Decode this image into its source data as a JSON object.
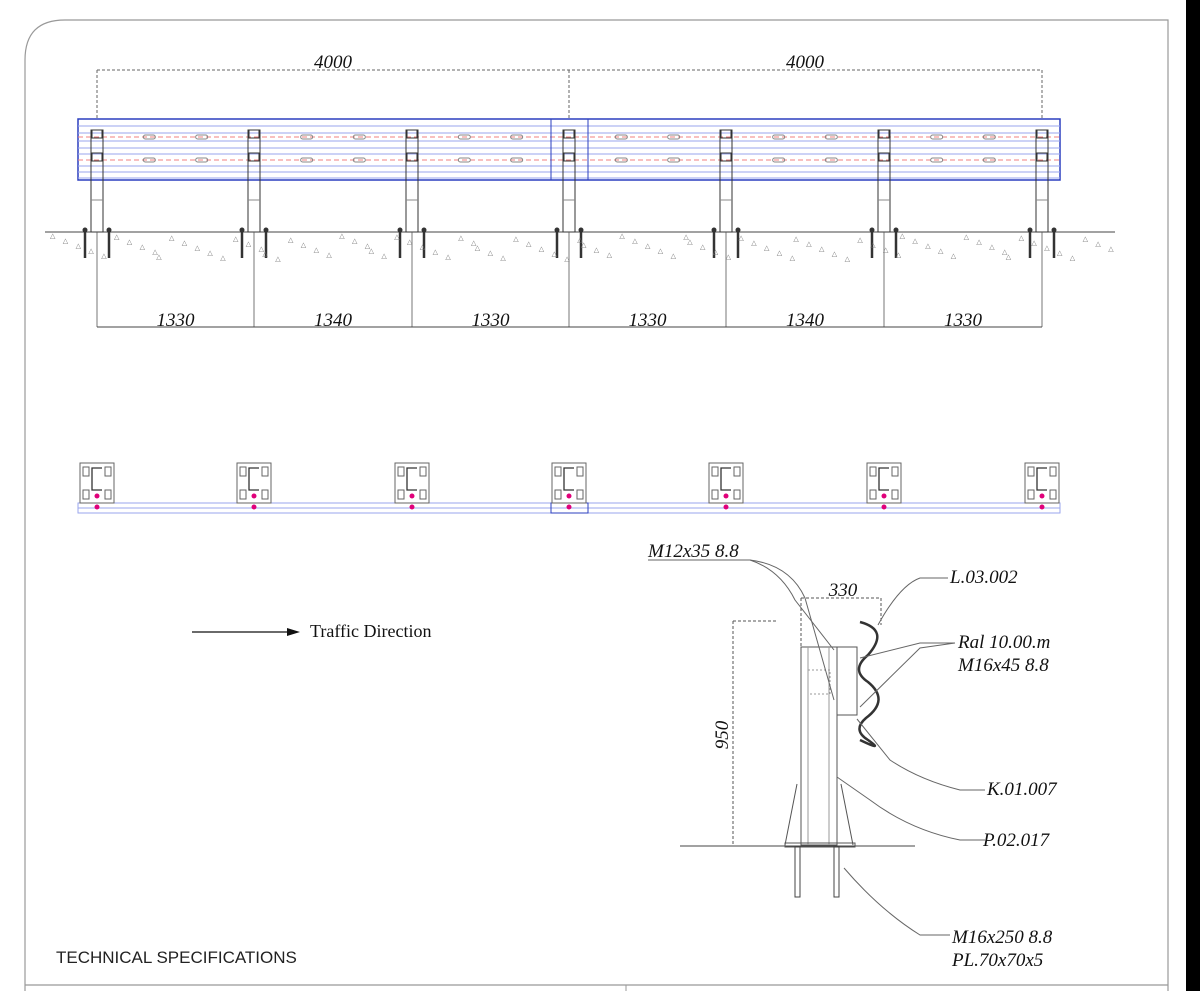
{
  "colors": {
    "rail": "#2b3fbf",
    "rail_light": "#9aa6ee",
    "bolt_dash": "#f08080",
    "marker": "#e0007a",
    "line": "#333333"
  },
  "elevation": {
    "top_dimensions": [
      "4000",
      "4000"
    ],
    "post_spacings": [
      "1330",
      "1340",
      "1330",
      "1330",
      "1340",
      "1330"
    ]
  },
  "traffic": {
    "label": "Traffic Direction"
  },
  "section": {
    "width_dim": "330",
    "height_dim": "950",
    "callouts": {
      "bolt_small": "M12x35 8.8",
      "rail_code": "L.03.002",
      "rail_name": "Ral 10.00.m",
      "bolt_rail": "M16x45 8.8",
      "spacer": "K.01.007",
      "post": "P.02.017",
      "anchor": "M16x250 8.8",
      "plate": "PL.70x70x5"
    }
  },
  "footer": {
    "title": "TECHNICAL SPECIFICATIONS"
  }
}
